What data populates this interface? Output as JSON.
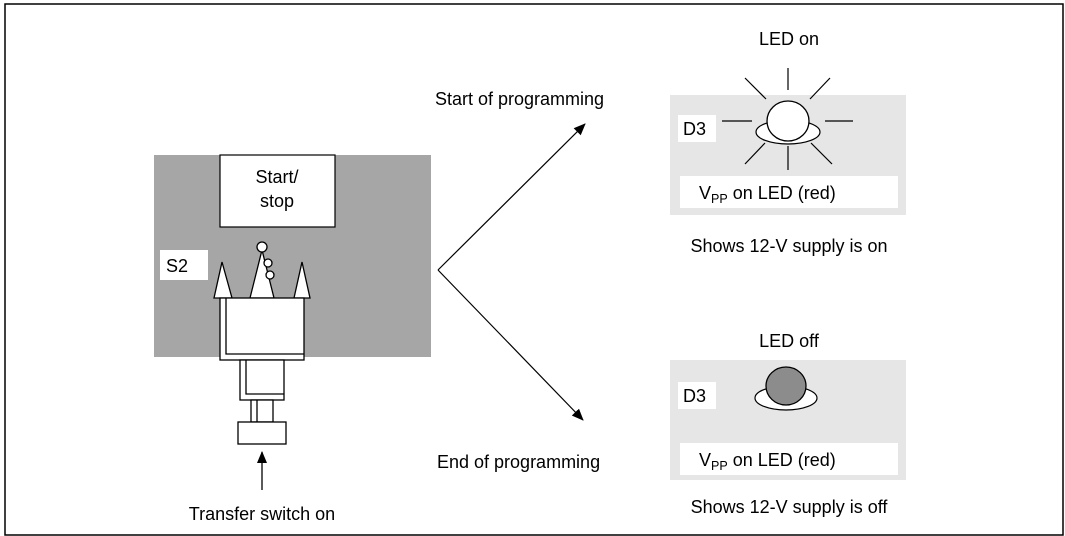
{
  "switch_panel": {
    "button_label_line1": "Start/",
    "button_label_line2": "stop",
    "switch_id": "S2",
    "caption": "Transfer switch on"
  },
  "start_state": {
    "arrow_label": "Start of programming",
    "led_state": "LED on",
    "led_id": "D3",
    "vpp_main": "V",
    "vpp_sub": "PP",
    "vpp_rest": " on LED (red)",
    "note": "Shows 12-V supply is on"
  },
  "end_state": {
    "arrow_label": "End of programming",
    "led_state": "LED off",
    "led_id": "D3",
    "vpp_main": "V",
    "vpp_sub": "PP",
    "vpp_rest": " on LED (red)",
    "note": "Shows 12-V supply is off"
  },
  "colors": {
    "switch_panel_bg": "#a6a6a6",
    "led_panel_bg": "#e6e6e6",
    "led_off_fill": "#8c8c8c",
    "line": "#000000"
  }
}
